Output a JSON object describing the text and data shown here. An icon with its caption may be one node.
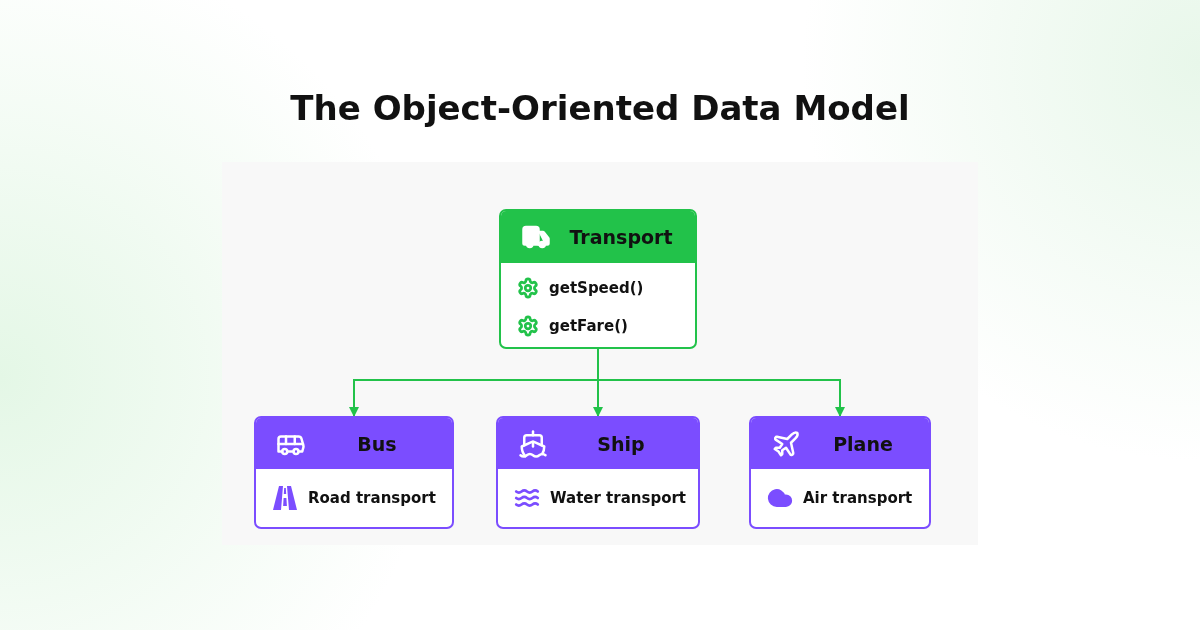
{
  "diagram": {
    "title": "The Object-Oriented Data Model",
    "nodes": [
      {
        "text": [
          "Transport",
          "getSpeed()",
          "getFare()"
        ]
      },
      {
        "text": [
          "Bus",
          "Road transport"
        ]
      },
      {
        "text": [
          "Ship",
          "Water transport"
        ]
      },
      {
        "text": [
          "Plane",
          "Air transport"
        ]
      }
    ],
    "edges": [
      {
        "from": 0,
        "to": 1,
        "arrow": "to"
      },
      {
        "from": 0,
        "to": 2,
        "arrow": "to"
      },
      {
        "from": 0,
        "to": 3,
        "arrow": "to"
      }
    ]
  }
}
